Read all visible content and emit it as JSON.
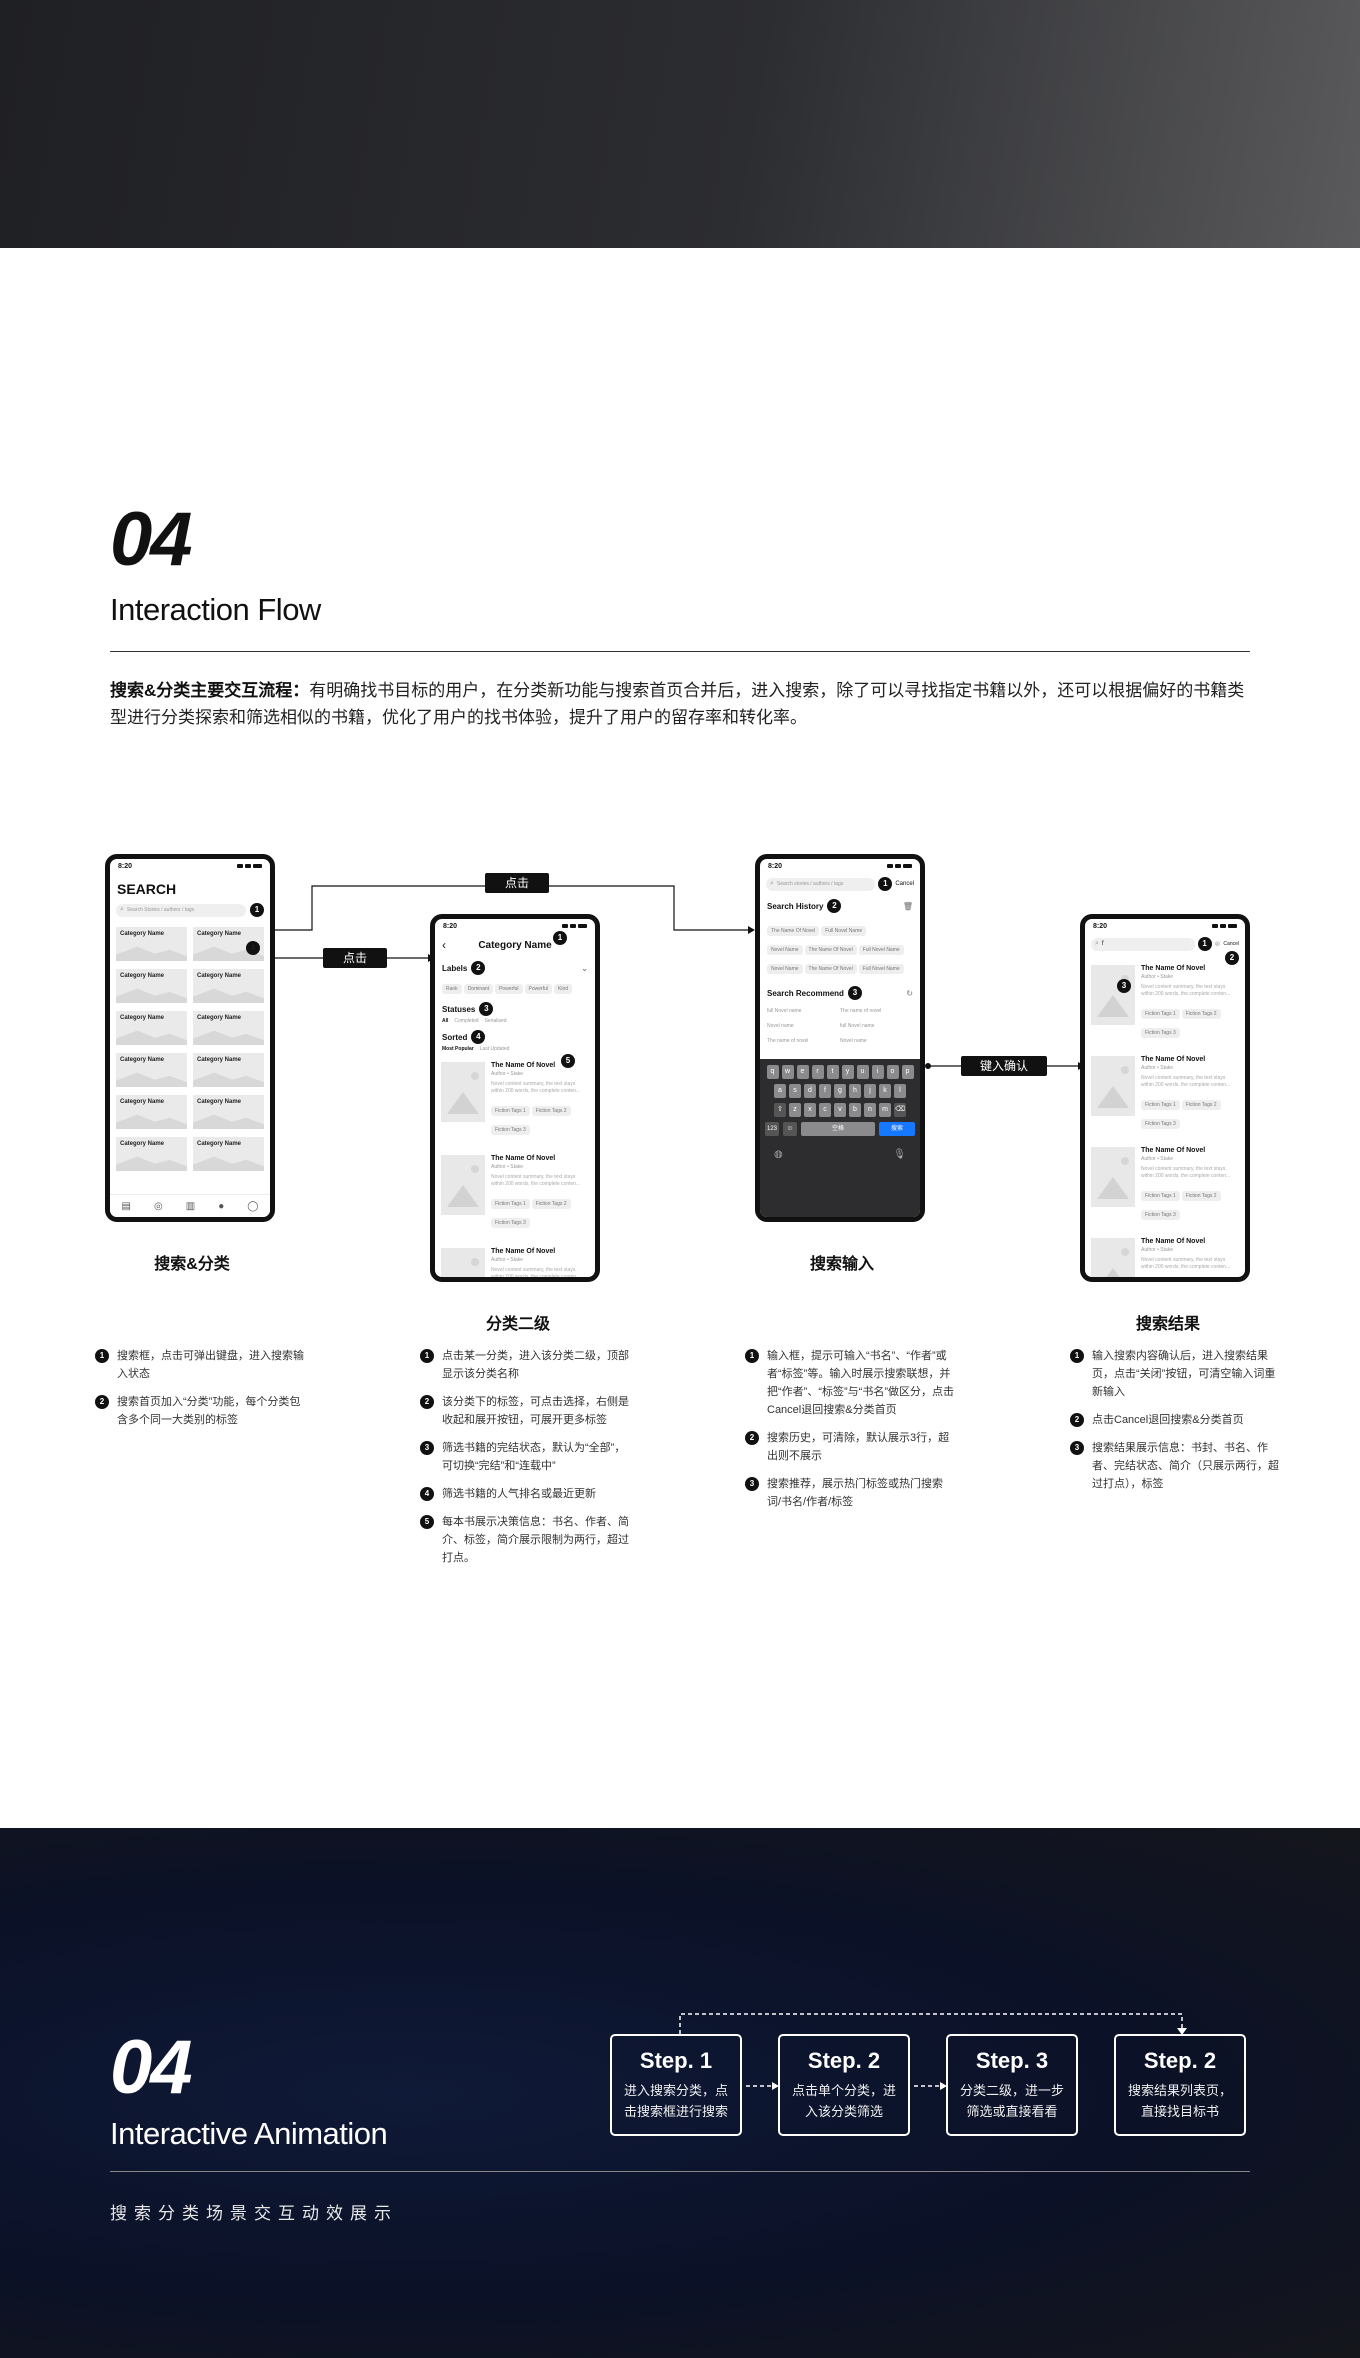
{
  "section": {
    "number": "04",
    "title": "Interaction Flow",
    "desc_bold": "搜索&分类主要交互流程：",
    "desc_text": "有明确找书目标的用户，在分类新功能与搜索首页合并后，进入搜索，除了可以寻找指定书籍以外，还可以根据偏好的书籍类型进行分类探索和筛选相似的书籍，优化了用户的找书体验，提升了用户的留存率和转化率。"
  },
  "phone": {
    "time": "8:20",
    "nums": [
      "1",
      "2",
      "3",
      "4",
      "5"
    ]
  },
  "screen1": {
    "title": "SEARCH",
    "search_placeholder": "Search Stories / authors / tags",
    "category": "Category Name"
  },
  "screen2": {
    "title": "Category Name",
    "labels": "Labels",
    "label_chips": [
      "Rank",
      "Dominant",
      "Powerful",
      "Powerful",
      "Kind"
    ],
    "statuses": "Statuses",
    "status_opts": [
      "All",
      "Completed",
      "Serialised"
    ],
    "sorted": "Sorted",
    "sort_opts": [
      "Most Popular",
      "Last Updated"
    ]
  },
  "book": {
    "title": "The Name Of Novel",
    "author": "Author • Stake",
    "desc": "Novel content summary, the text stays within 200 words, the complete conten...",
    "tags": [
      "Fiction Tags 1",
      "Fiction Tags 2",
      "Fiction Tags 3"
    ]
  },
  "screen3": {
    "search_placeholder": "Search stories / authors / tags",
    "cancel": "Cancel",
    "history": "Search History",
    "history_chips": [
      "The Name Of Novel",
      "Full Novel Name",
      "Novel Name",
      "The Name Of Novel",
      "Full Novel Name",
      "Novel Name",
      "The Name Of Novel",
      "Full Novel Name"
    ],
    "recommend": "Search Recommend",
    "recommend_items": [
      "full Novel name",
      "The name of novel",
      "Novel name",
      "full Novel name",
      "The name of novel",
      "Novel name"
    ],
    "keys_row1": [
      "q",
      "w",
      "e",
      "r",
      "t",
      "y",
      "u",
      "i",
      "o",
      "p"
    ],
    "keys_row2": [
      "a",
      "s",
      "d",
      "f",
      "g",
      "h",
      "j",
      "k",
      "l"
    ],
    "keys_row3": [
      "z",
      "x",
      "c",
      "v",
      "b",
      "n",
      "m"
    ],
    "key_123": "123",
    "key_space": "空格",
    "key_search": "搜索"
  },
  "screen4": {
    "query": "f",
    "cancel": "Cancel"
  },
  "flow": {
    "click": "点击",
    "confirm": "键入确认"
  },
  "captions": [
    "搜索&分类",
    "分类二级",
    "搜索输入",
    "搜索结果"
  ],
  "notes": {
    "col1": [
      "搜索框，点击可弹出键盘，进入搜索输入状态",
      "搜索首页加入“分类”功能，每个分类包含多个同一大类别的标签"
    ],
    "col2": [
      "点击某一分类，进入该分类二级，顶部显示该分类名称",
      "该分类下的标签，可点击选择，右侧是收起和展开按钮，可展开更多标签",
      "筛选书籍的完结状态，默认为“全部”，可切换“完结”和“连载中”",
      "筛选书籍的人气排名或最近更新",
      "每本书展示决策信息：书名、作者、简介、标签，简介展示限制为两行，超过打点。"
    ],
    "col3": [
      "输入框，提示可输入“书名”、“作者”或者“标签”等。输入时展示搜索联想，并把“作者”、“标签”与“书名”做区分，点击Cancel退回搜索&分类首页",
      "搜索历史，可清除，默认展示3行，超出则不展示",
      "搜索推荐，展示热门标签或热门搜索词/书名/作者/标签"
    ],
    "col4": [
      "输入搜索内容确认后，进入搜索结果页，点击“关闭”按钮，可清空输入词重新输入",
      "点击Cancel退回搜索&分类首页",
      "搜索结果展示信息：书封、书名、作者、完结状态、简介（只展示两行，超过打点），标签"
    ]
  },
  "animation": {
    "number": "04",
    "title": "Interactive Animation",
    "subtitle": "搜索分类场景交互动效展示",
    "steps": [
      {
        "label": "Step. 1",
        "desc": "进入搜索分类，点击搜索框进行搜索"
      },
      {
        "label": "Step. 2",
        "desc": "点击单个分类，进入该分类筛选"
      },
      {
        "label": "Step. 3",
        "desc": "分类二级，进一步筛选或直接看看"
      },
      {
        "label": "Step. 2",
        "desc": "搜索结果列表页，直接找目标书"
      }
    ]
  }
}
